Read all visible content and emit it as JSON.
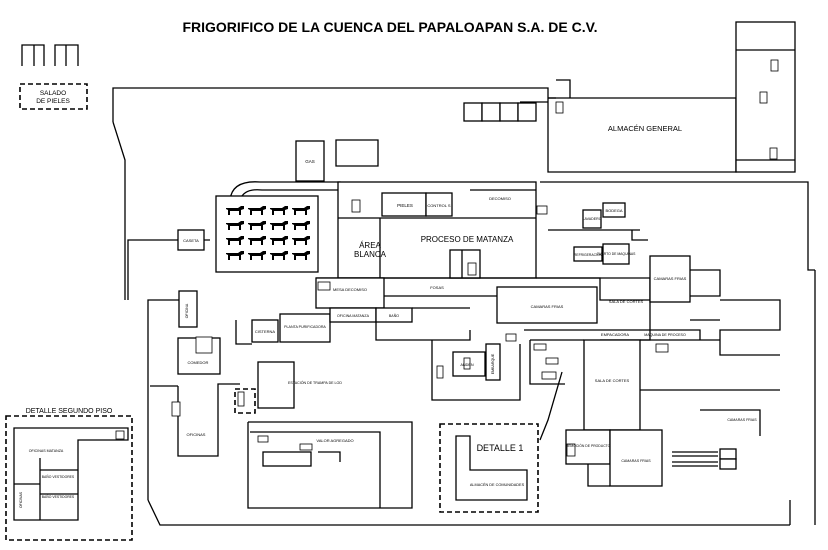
{
  "title": "FRIGORIFICO DE LA CUENCA DEL PAPALOAPAN S.A. DE C.V.",
  "labels": {
    "salado_line1": "SALADO",
    "salado_line2": "DE PIELES",
    "almacen_general": "ALMACÉN GENERAL",
    "gas": "GAS",
    "caseta": "CASETA",
    "pieles": "PIELES",
    "contraloria": "CONTROL S",
    "decomiso": "DECOMISO",
    "area_blanca_1": "ÁREA",
    "area_blanca_2": "BLANCA",
    "proceso_matanza": "PROCESO DE MATANZA",
    "bodega": "BODEGA",
    "lavadero": "LAVADERO",
    "cuarto_maquinas": "CUARTO DE MAQUINAS",
    "refrigeracion": "REFRIGERACION",
    "camaras_frias_right": "CAMARAS FRIAS",
    "mesa_decomiso": "MESA DECOMISO",
    "fosa": "FOSAS",
    "camaras_frias_center": "CAMARAS FRIAS",
    "sala_de_cortes_top": "SALA DE CORTES",
    "oficina": "OFICINA",
    "cisterna": "CISTERNA",
    "planta_purificadora": "PLANTA PURIFICADORA",
    "oficina_matanza": "OFICINA MATANZA",
    "bano": "BAÑO",
    "empacadora": "EMPACADORA",
    "maquina_proceso": "MAQUINA DE PROCESO",
    "comedor": "COMEDOR",
    "andén": "ANDÉN",
    "embarque": "EMBARQUE",
    "sala_de_cortes": "SALA DE CORTES",
    "tratamiento": "ESTACIÓN DE TRAMPA DE LOD",
    "oficinas": "OFICINAS",
    "valor_agregado": "VALOR AGREGADO",
    "detalle_1": "DETALLE 1",
    "almacen_comunidades": "ALMACÉN DE COMUNIDADES",
    "remocion_producto": "REMOCIÓN DE PRODUCTO",
    "camaras_frias_bottom": "CAMARAS FRIAS",
    "camaras_frias_road": "CAMARAS FRIAS",
    "detalle_segundo_piso": "DETALLE SEGUNDO PISO",
    "oficinas_matanza": "OFICINAS MATANZA",
    "bano_vestidores_1": "BAÑO VESTIDORES",
    "bano_vestidores_2": "BAÑO VESTIDORES",
    "oficinas_small": "OFICINAS"
  }
}
